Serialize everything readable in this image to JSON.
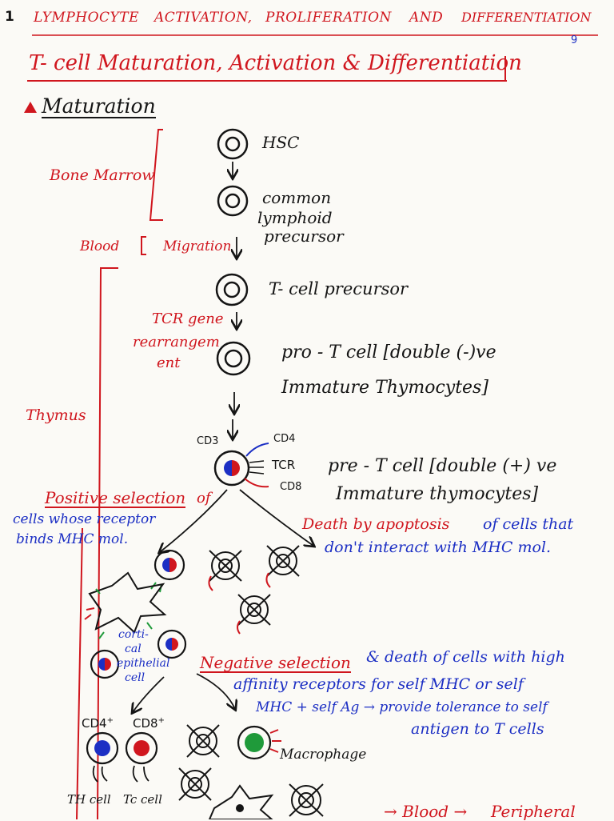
{
  "page_number": "1",
  "header": {
    "w1": "LYMPHOCYTE",
    "w2": "ACTIVATION,",
    "w3": "PROLIFERATION",
    "w4": "AND",
    "w5": "DIFFERENTIATION",
    "small_mark": "9"
  },
  "title": "T- cell Maturation, Activation & Differentiation",
  "section_heading": "Maturation",
  "stages": {
    "hsc": "HSC",
    "clp_line1": "common",
    "clp_line2": "lymphoid",
    "clp_line3": "precursor",
    "tcell_precursor": "T- cell precursor",
    "pro_t_line1": "pro - T cell [double (-)ve",
    "pro_t_line2": "Immature Thymocytes]",
    "pre_t_line1": "pre - T cell [double (+) ve",
    "pre_t_line2": "Immature thymocytes]"
  },
  "side_labels": {
    "bone_marrow": "Bone Marrow",
    "blood": "Blood",
    "migration": "Migration",
    "thymus": "Thymus",
    "tcr_line1": "TCR gene",
    "tcr_line2": "rearrangem",
    "tcr_line3": "ent"
  },
  "receptor_labels": {
    "cd3": "CD3",
    "cd4": "CD4",
    "tcr": "TCR",
    "cd8": "CD8"
  },
  "positive_selection": {
    "heading": "Positive selection",
    "suffix": "of",
    "line1": "cells whose receptor",
    "line2": "binds MHC mol."
  },
  "death": {
    "red_part": "Death by apoptosis",
    "blue_part1": "of cells that",
    "blue_part2": "don't interact with MHC mol."
  },
  "cortical": {
    "l1": "corti-",
    "l2": "cal",
    "l3": "epithelial",
    "l4": "cell"
  },
  "negative_selection": {
    "heading": "Negative selection",
    "line1": "& death of cells with high",
    "line2": "affinity receptors for self MHC or self",
    "line3": "MHC + self Ag → provide tolerance to self",
    "line4": "antigen to T cells"
  },
  "bottom": {
    "cd4plus": "CD4",
    "cd8plus": "CD8",
    "sup_plus": "+",
    "th_cell": "TH cell",
    "tc_cell": "Tc cell",
    "macrophage": "Macrophage",
    "blood_arrow": "→ Blood →",
    "peripheral": "Peripheral"
  },
  "colors": {
    "red_ink": "#d0161e",
    "blue_ink": "#1c2fc4",
    "black_ink": "#151515",
    "green_ink": "#1f9a3a"
  }
}
